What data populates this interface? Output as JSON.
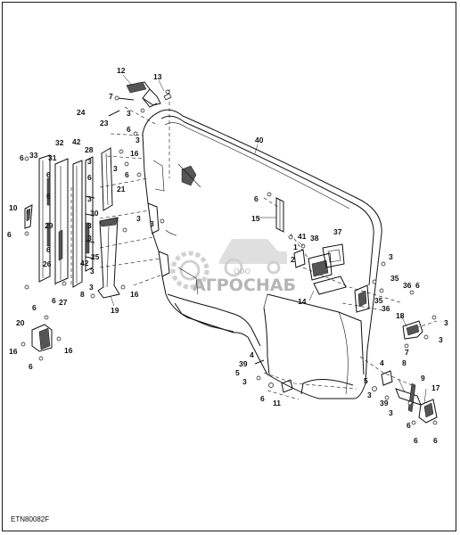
{
  "diagram": {
    "reference_code": "ETN80082F",
    "watermark": {
      "company_prefix": "ООО",
      "company_name": "АГРОСНАБ"
    },
    "callouts": [
      {
        "id": "c12a",
        "text": "12"
      },
      {
        "id": "c13a",
        "text": "13"
      },
      {
        "id": "c7a",
        "text": "7"
      },
      {
        "id": "c3a",
        "text": "3"
      },
      {
        "id": "c24",
        "text": "24"
      },
      {
        "id": "c23",
        "text": "23"
      },
      {
        "id": "c6a",
        "text": "6"
      },
      {
        "id": "c3b",
        "text": "3"
      },
      {
        "id": "c40",
        "text": "40"
      },
      {
        "id": "c32",
        "text": "32"
      },
      {
        "id": "c42a",
        "text": "42"
      },
      {
        "id": "c28",
        "text": "28"
      },
      {
        "id": "c16a",
        "text": "16"
      },
      {
        "id": "c6b",
        "text": "6"
      },
      {
        "id": "c33",
        "text": "33"
      },
      {
        "id": "c31",
        "text": "31"
      },
      {
        "id": "c3c",
        "text": "3"
      },
      {
        "id": "c6c",
        "text": "6"
      },
      {
        "id": "c3d",
        "text": "3"
      },
      {
        "id": "c6d",
        "text": "6"
      },
      {
        "id": "c21",
        "text": "21"
      },
      {
        "id": "c6e",
        "text": "6"
      },
      {
        "id": "c3e",
        "text": "3"
      },
      {
        "id": "c6f",
        "text": "6"
      },
      {
        "id": "c10",
        "text": "10"
      },
      {
        "id": "c6g",
        "text": "6"
      },
      {
        "id": "c30",
        "text": "30"
      },
      {
        "id": "c29",
        "text": "29"
      },
      {
        "id": "c3f",
        "text": "3"
      },
      {
        "id": "c15",
        "text": "15"
      },
      {
        "id": "c3g",
        "text": "3"
      },
      {
        "id": "c3h",
        "text": "3"
      },
      {
        "id": "c6h",
        "text": "6"
      },
      {
        "id": "c3i",
        "text": "3"
      },
      {
        "id": "c41",
        "text": "41"
      },
      {
        "id": "c38",
        "text": "38"
      },
      {
        "id": "c37",
        "text": "37"
      },
      {
        "id": "c1",
        "text": "1"
      },
      {
        "id": "c26",
        "text": "26"
      },
      {
        "id": "c42b",
        "text": "42"
      },
      {
        "id": "c25",
        "text": "25"
      },
      {
        "id": "c3j",
        "text": "3"
      },
      {
        "id": "c6i",
        "text": "6"
      },
      {
        "id": "c6j",
        "text": "6"
      },
      {
        "id": "c27",
        "text": "27"
      },
      {
        "id": "c8a",
        "text": "8"
      },
      {
        "id": "c3k",
        "text": "3"
      },
      {
        "id": "c16b",
        "text": "16"
      },
      {
        "id": "c19",
        "text": "19"
      },
      {
        "id": "c2",
        "text": "2"
      },
      {
        "id": "c14",
        "text": "14"
      },
      {
        "id": "c3l",
        "text": "3"
      },
      {
        "id": "c35a",
        "text": "35"
      },
      {
        "id": "c36a",
        "text": "36"
      },
      {
        "id": "c6k",
        "text": "6"
      },
      {
        "id": "c35b",
        "text": "35"
      },
      {
        "id": "c36b",
        "text": "36"
      },
      {
        "id": "c18",
        "text": "18"
      },
      {
        "id": "c3m",
        "text": "3"
      },
      {
        "id": "c3n",
        "text": "3"
      },
      {
        "id": "c8b",
        "text": "8"
      },
      {
        "id": "c6l",
        "text": "6"
      },
      {
        "id": "c20",
        "text": "20"
      },
      {
        "id": "c16c",
        "text": "16"
      },
      {
        "id": "c16d",
        "text": "16"
      },
      {
        "id": "c6m",
        "text": "6"
      },
      {
        "id": "c4a",
        "text": "4"
      },
      {
        "id": "c39a",
        "text": "39"
      },
      {
        "id": "c5a",
        "text": "5"
      },
      {
        "id": "c3o",
        "text": "3"
      },
      {
        "id": "c6n",
        "text": "6"
      },
      {
        "id": "c11",
        "text": "11"
      },
      {
        "id": "c4b",
        "text": "4"
      },
      {
        "id": "c9",
        "text": "9"
      },
      {
        "id": "c5b",
        "text": "5"
      },
      {
        "id": "c3p",
        "text": "3"
      },
      {
        "id": "c39b",
        "text": "39"
      },
      {
        "id": "c3q",
        "text": "3"
      },
      {
        "id": "c17",
        "text": "17"
      },
      {
        "id": "c6o",
        "text": "6"
      },
      {
        "id": "c6p",
        "text": "6"
      },
      {
        "id": "c6q",
        "text": "6"
      },
      {
        "id": "c7b",
        "text": "7"
      }
    ]
  }
}
